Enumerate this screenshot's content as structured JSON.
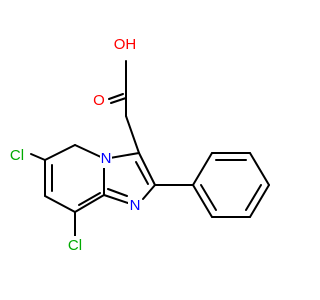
{
  "molecule": {
    "atom_labels": {
      "oh": "OH",
      "o": "O",
      "n_ring": "N",
      "n_imine": "N",
      "cl_top": "Cl",
      "cl_bottom": "Cl"
    },
    "colors": {
      "bond": "#000000",
      "oxygen": "#ff0000",
      "nitrogen": "#0000ff",
      "chlorine": "#00aa00"
    }
  }
}
